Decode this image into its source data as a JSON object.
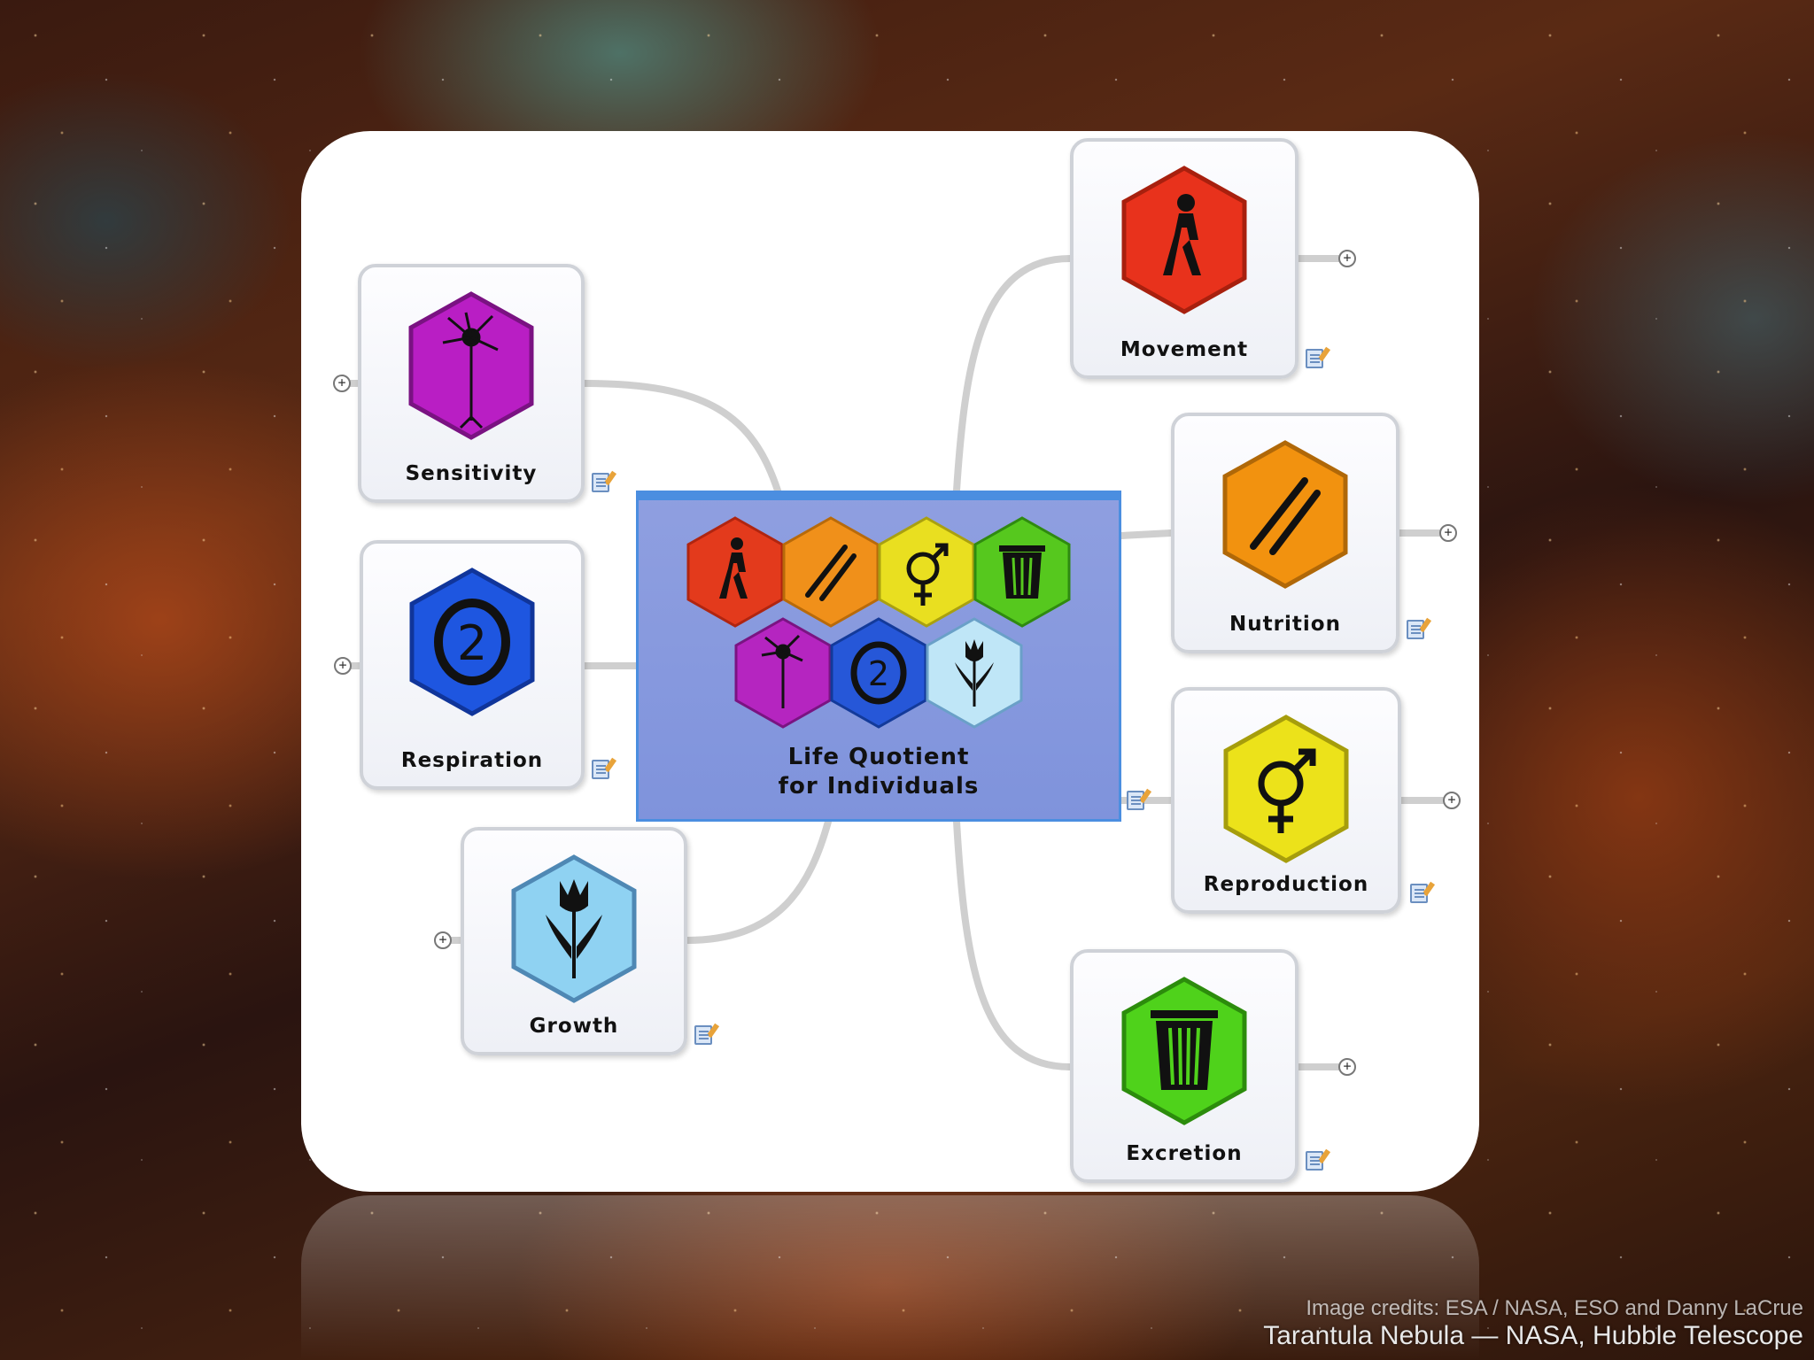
{
  "diagram": {
    "center": {
      "title_line1": "Life Quotient",
      "title_line2": "for Individuals"
    },
    "nodes": [
      {
        "id": "movement",
        "label": "Movement",
        "icon": "walking-person-icon",
        "color": "#e8321c"
      },
      {
        "id": "nutrition",
        "label": "Nutrition",
        "icon": "knife-fork-icon",
        "color": "#f2920f"
      },
      {
        "id": "reproduction",
        "label": "Reproduction",
        "icon": "male-female-symbol-icon",
        "color": "#ece21a"
      },
      {
        "id": "excretion",
        "label": "Excretion",
        "icon": "trash-can-icon",
        "color": "#4fd21b"
      },
      {
        "id": "sensitivity",
        "label": "Sensitivity",
        "icon": "neuron-icon",
        "color": "#b91ec4"
      },
      {
        "id": "respiration",
        "label": "Respiration",
        "icon": "oxygen-o2-icon",
        "color": "#1e56e0"
      },
      {
        "id": "growth",
        "label": "Growth",
        "icon": "tulip-icon",
        "color": "#8fd2f2"
      }
    ]
  },
  "credits": {
    "line1": "Image credits: ESA / NASA, ESO and Danny LaCrue",
    "line2": "Tarantula Nebula — NASA, Hubble Telescope"
  }
}
